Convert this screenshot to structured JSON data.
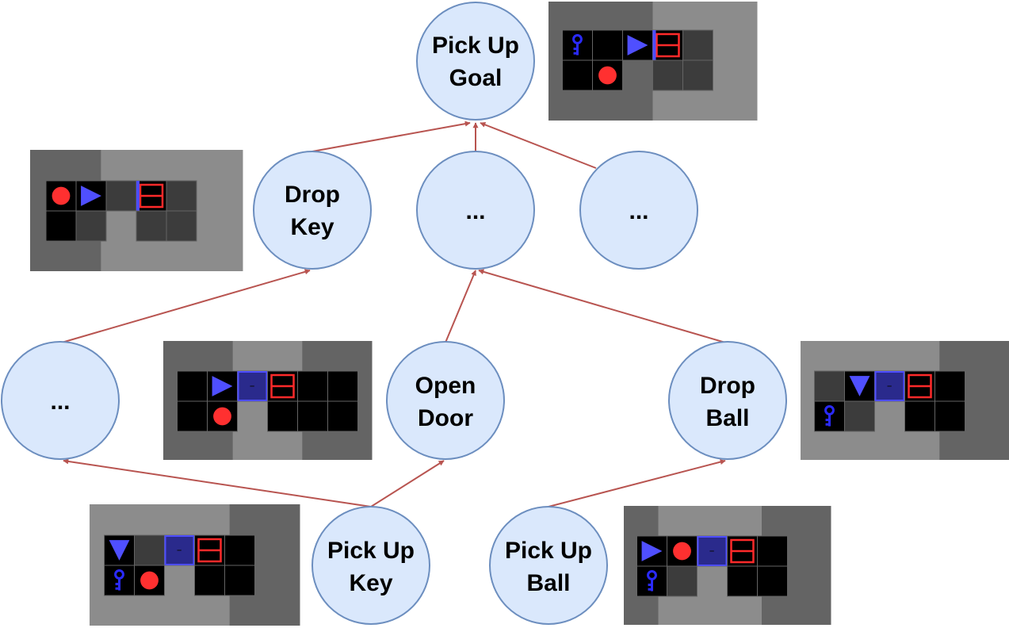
{
  "colors": {
    "node_fill": "#dae8fc",
    "node_stroke": "#6c8ebf",
    "edge": "#b85450",
    "grid_dark": "#646464",
    "grid_light": "#8c8c8c",
    "grid_black": "#000000",
    "grid_cell_gray": "#3c3c3c",
    "grid_line": "#646464",
    "agent": "#4f4fff",
    "key": "#2a2aff",
    "ball": "#ff3030",
    "door": "#ff2a2a",
    "door_blue": "#4d4dff"
  },
  "nodes": {
    "pick_up_goal": [
      "Pick Up",
      "Goal"
    ],
    "drop_key": [
      "Drop",
      "Key"
    ],
    "dots_mid": [
      "..."
    ],
    "dots_right": [
      "..."
    ],
    "dots_left": [
      "..."
    ],
    "open_door": [
      "Open",
      "Door"
    ],
    "drop_ball": [
      "Drop",
      "Ball"
    ],
    "pick_up_key": [
      "Pick Up",
      "Key"
    ],
    "pick_up_ball": [
      "Pick Up",
      "Ball"
    ]
  },
  "states": [
    {
      "id": "state-pick-up-goal",
      "columns": [
        "dark",
        "dark",
        "dark",
        "light",
        "light",
        "light"
      ],
      "cells": [
        [
          "key",
          "empty",
          "agent-right",
          "door-red-open",
          "gray",
          "none"
        ],
        [
          "empty",
          "ball",
          "none",
          "gray",
          "gray",
          "none"
        ]
      ]
    },
    {
      "id": "state-drop-key",
      "columns": [
        "dark",
        "dark",
        "light",
        "light",
        "light",
        "light"
      ],
      "cells": [
        [
          "ball",
          "agent-right",
          "gray",
          "door-red-open",
          "gray",
          "none"
        ],
        [
          "empty",
          "gray",
          "none",
          "gray",
          "gray",
          "none"
        ]
      ]
    },
    {
      "id": "state-open-door",
      "columns": [
        "dark",
        "dark",
        "light",
        "light",
        "dark",
        "dark"
      ],
      "cells": [
        [
          "empty",
          "agent-right",
          "door-blue",
          "door-red",
          "empty",
          "empty"
        ],
        [
          "empty",
          "ball",
          "none",
          "empty",
          "empty",
          "empty"
        ]
      ]
    },
    {
      "id": "state-drop-ball",
      "columns": [
        "light",
        "light",
        "light",
        "light",
        "dark",
        "dark"
      ],
      "cells": [
        [
          "gray",
          "agent-down",
          "door-blue",
          "door-red",
          "empty",
          "none"
        ],
        [
          "key",
          "gray",
          "none",
          "empty",
          "empty",
          "none"
        ]
      ]
    },
    {
      "id": "state-pick-up-key",
      "columns": [
        "light",
        "light",
        "light",
        "light",
        "dark",
        "dark"
      ],
      "cells": [
        [
          "agent-down",
          "gray",
          "door-blue",
          "door-red",
          "empty",
          "none"
        ],
        [
          "key",
          "ball",
          "none",
          "empty",
          "empty",
          "none"
        ]
      ]
    },
    {
      "id": "state-pick-up-ball",
      "columns": [
        "dark",
        "light",
        "light",
        "light",
        "dark",
        "dark"
      ],
      "cells": [
        [
          "agent-right",
          "ball",
          "door-blue",
          "door-red",
          "empty",
          "none"
        ],
        [
          "key",
          "gray",
          "none",
          "empty",
          "empty",
          "none"
        ]
      ]
    }
  ],
  "edges": [
    {
      "from": "drop_key",
      "to": "pick_up_goal"
    },
    {
      "from": "dots_mid",
      "to": "pick_up_goal"
    },
    {
      "from": "dots_right",
      "to": "pick_up_goal"
    },
    {
      "from": "dots_left",
      "to": "drop_key"
    },
    {
      "from": "open_door",
      "to": "dots_mid"
    },
    {
      "from": "drop_ball",
      "to": "dots_mid"
    },
    {
      "from": "pick_up_key",
      "to": "dots_left"
    },
    {
      "from": "pick_up_key",
      "to": "open_door"
    },
    {
      "from": "pick_up_ball",
      "to": "drop_ball"
    }
  ]
}
